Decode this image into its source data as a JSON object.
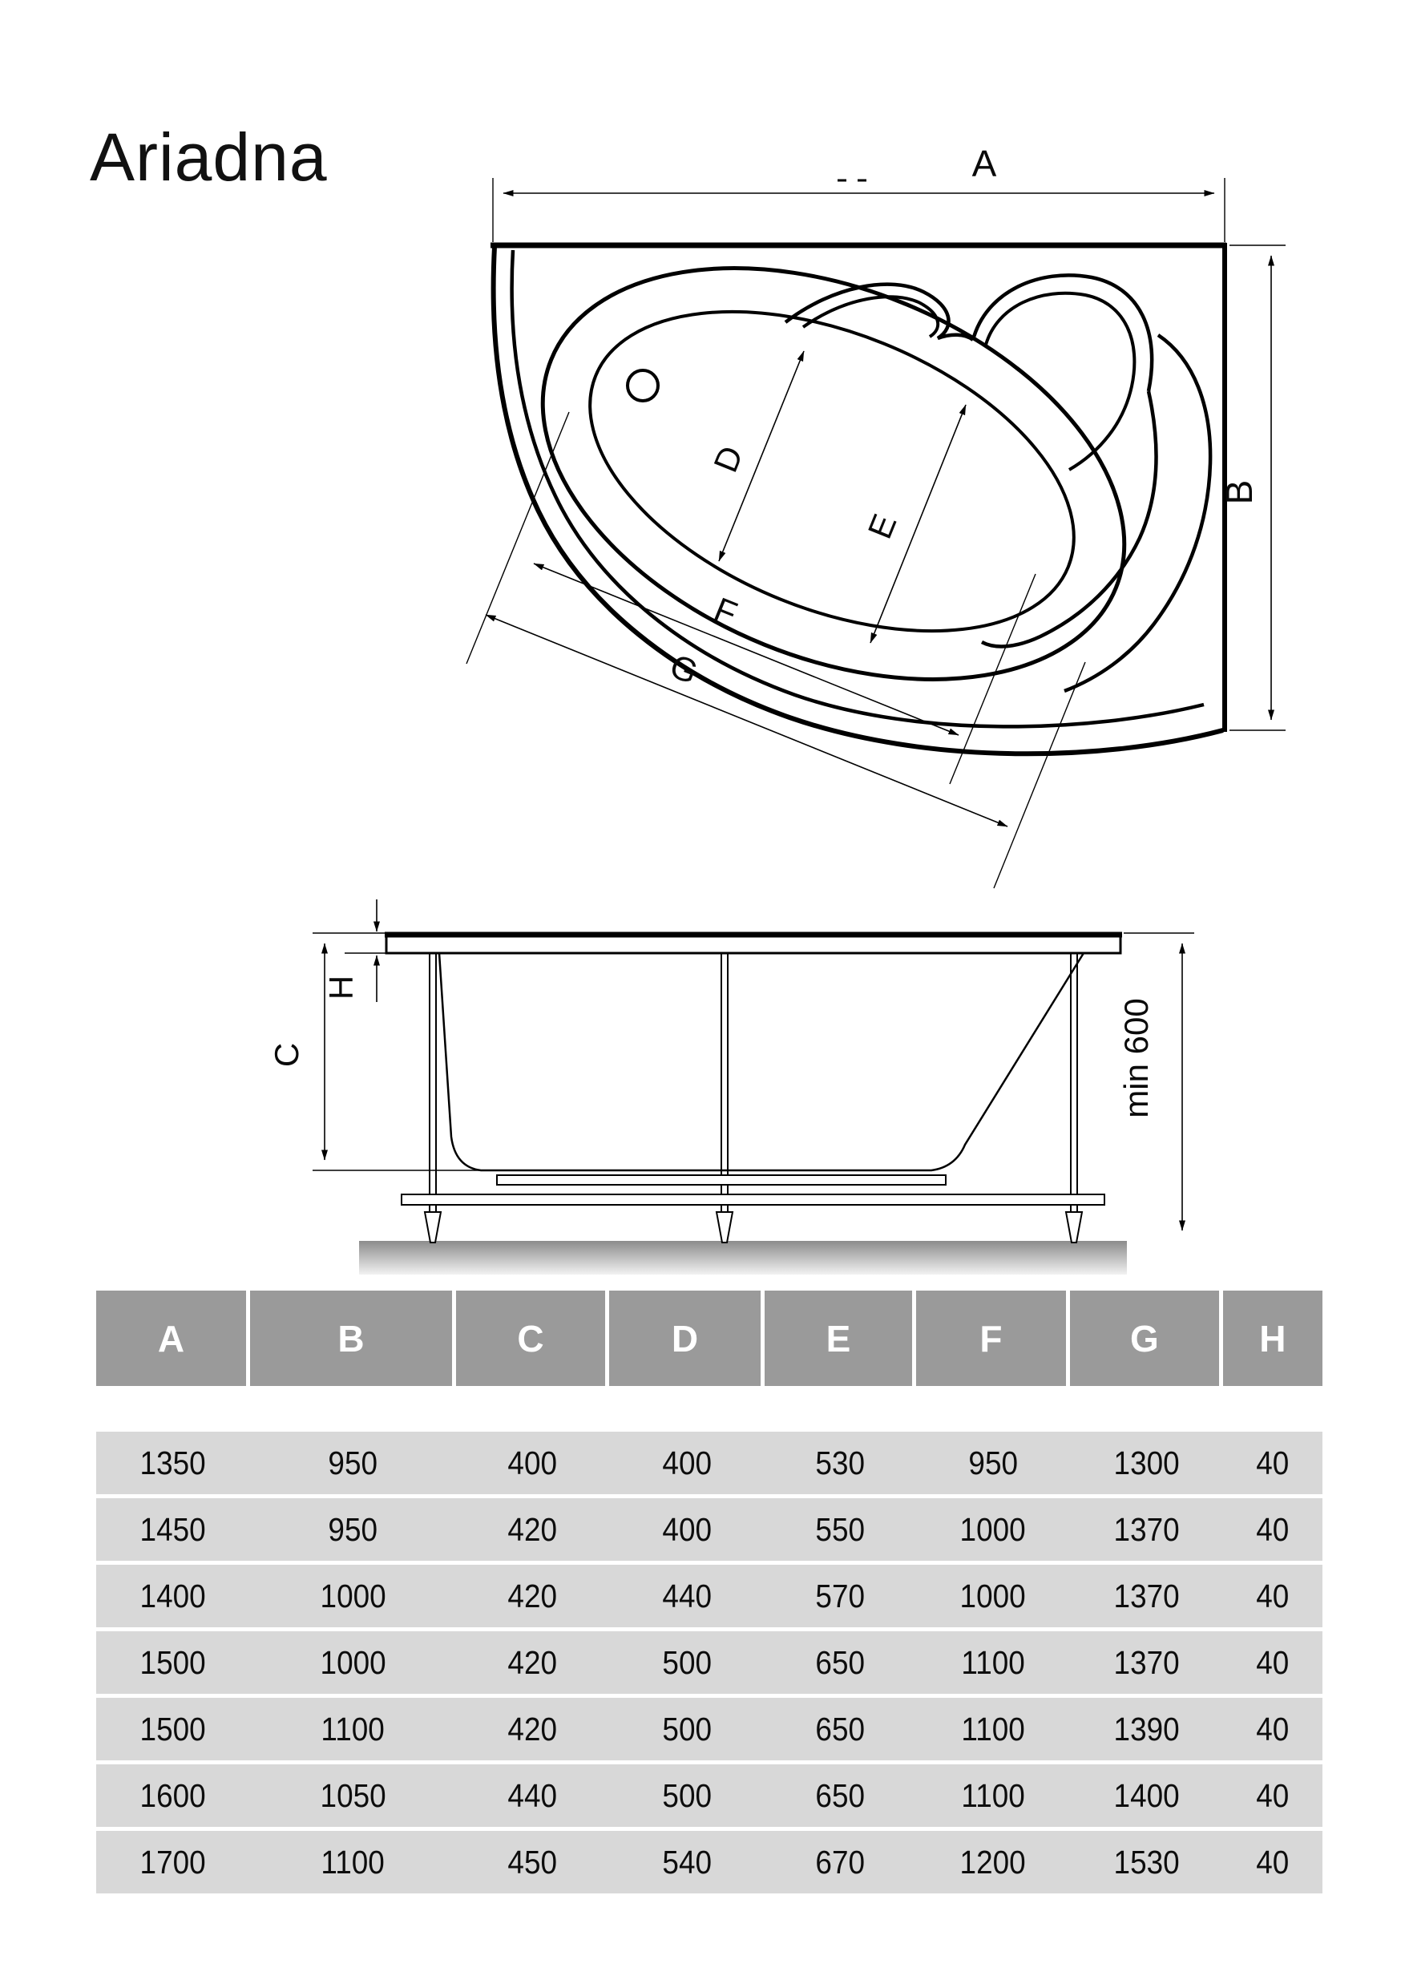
{
  "title": "Ariadna",
  "colors": {
    "line": "#000000",
    "header_bg": "#9a9a9a",
    "header_text": "#ffffff",
    "row_bg": "#d8d8d8",
    "row_text": "#0d0d0d",
    "ground_top": "#8c8c8c",
    "ground_bottom": "#f2f2f2"
  },
  "top_view": {
    "dim_a": "A",
    "dim_b": "B",
    "dim_d": "D",
    "dim_e": "E",
    "dim_f": "F",
    "dim_g": "G"
  },
  "side_view": {
    "dim_c": "C",
    "dim_h": "H",
    "dim_min": "min 600"
  },
  "table": {
    "columns": [
      "A",
      "B",
      "C",
      "D",
      "E",
      "F",
      "G",
      "H"
    ],
    "rows": [
      [
        "1350",
        "950",
        "400",
        "400",
        "530",
        "950",
        "1300",
        "40"
      ],
      [
        "1450",
        "950",
        "420",
        "400",
        "550",
        "1000",
        "1370",
        "40"
      ],
      [
        "1400",
        "1000",
        "420",
        "440",
        "570",
        "1000",
        "1370",
        "40"
      ],
      [
        "1500",
        "1000",
        "420",
        "500",
        "650",
        "1100",
        "1370",
        "40"
      ],
      [
        "1500",
        "1100",
        "420",
        "500",
        "650",
        "1100",
        "1390",
        "40"
      ],
      [
        "1600",
        "1050",
        "440",
        "500",
        "650",
        "1100",
        "1400",
        "40"
      ],
      [
        "1700",
        "1100",
        "450",
        "540",
        "670",
        "1200",
        "1530",
        "40"
      ]
    ]
  }
}
